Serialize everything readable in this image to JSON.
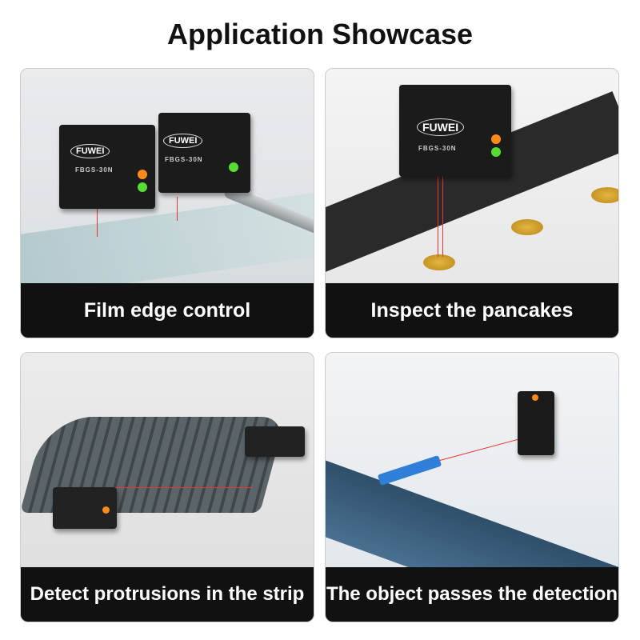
{
  "title": "Application Showcase",
  "product": {
    "brand": "FUWEI",
    "model": "FBGS-30N"
  },
  "panels": [
    {
      "caption": "Film edge control"
    },
    {
      "caption": "Inspect the pancakes"
    },
    {
      "caption": "Detect protrusions in the strip"
    },
    {
      "caption": "The object passes the detection"
    }
  ],
  "colors": {
    "caption_bg": "#111111",
    "laser": "#ee3333",
    "led_green": "#55dd33",
    "led_orange": "#ff8a1a"
  }
}
